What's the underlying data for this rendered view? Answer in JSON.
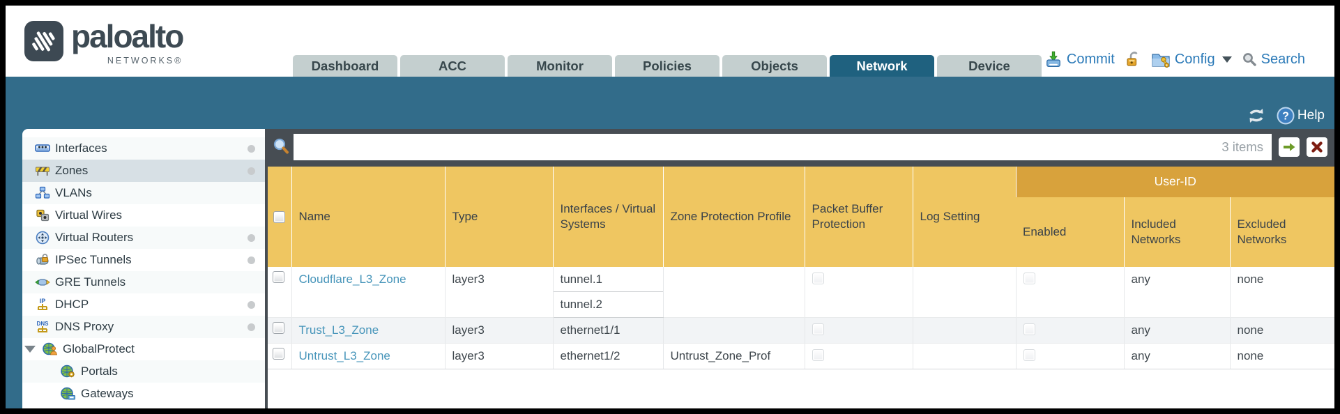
{
  "header": {
    "logo": {
      "brand": "paloalto",
      "sub": "NETWORKS®"
    },
    "tabs": [
      {
        "label": "Dashboard",
        "active": false
      },
      {
        "label": "ACC",
        "active": false
      },
      {
        "label": "Monitor",
        "active": false
      },
      {
        "label": "Policies",
        "active": false
      },
      {
        "label": "Objects",
        "active": false
      },
      {
        "label": "Network",
        "active": true
      },
      {
        "label": "Device",
        "active": false
      }
    ],
    "utilities": {
      "commit": "Commit",
      "config": "Config",
      "search": "Search"
    }
  },
  "toolbar": {
    "help": "Help"
  },
  "sidebar": {
    "items": [
      {
        "label": "Interfaces",
        "icon": "interfaces-icon",
        "dot": true
      },
      {
        "label": "Zones",
        "icon": "zones-icon",
        "dot": true,
        "selected": true
      },
      {
        "label": "VLANs",
        "icon": "vlans-icon"
      },
      {
        "label": "Virtual Wires",
        "icon": "virtual-wires-icon"
      },
      {
        "label": "Virtual Routers",
        "icon": "virtual-routers-icon",
        "dot": true
      },
      {
        "label": "IPSec Tunnels",
        "icon": "ipsec-tunnels-icon",
        "dot": true
      },
      {
        "label": "GRE Tunnels",
        "icon": "gre-tunnels-icon"
      },
      {
        "label": "DHCP",
        "icon": "dhcp-icon",
        "dot": true
      },
      {
        "label": "DNS Proxy",
        "icon": "dns-proxy-icon",
        "dot": true
      },
      {
        "label": "GlobalProtect",
        "icon": "globalprotect-icon",
        "expandable": true
      },
      {
        "label": "Portals",
        "icon": "portals-icon",
        "indent": 1
      },
      {
        "label": "Gateways",
        "icon": "gateways-icon",
        "indent": 1
      }
    ]
  },
  "filterbar": {
    "value": "",
    "count": "3 items"
  },
  "table": {
    "user_id_group_label": "User-ID",
    "columns": [
      {
        "key": "select",
        "label": ""
      },
      {
        "key": "name",
        "label": "Name"
      },
      {
        "key": "type",
        "label": "Type"
      },
      {
        "key": "interfaces",
        "label": "Interfaces / Virtual Systems"
      },
      {
        "key": "zone_protection_profile",
        "label": "Zone Protection Profile"
      },
      {
        "key": "packet_buffer_protection",
        "label": "Packet Buffer Protection",
        "checkbox": true
      },
      {
        "key": "log_setting",
        "label": "Log Setting"
      },
      {
        "key": "enabled",
        "label": "Enabled",
        "group": "User-ID",
        "checkbox": true
      },
      {
        "key": "included_networks",
        "label": "Included Networks",
        "group": "User-ID"
      },
      {
        "key": "excluded_networks",
        "label": "Excluded Networks",
        "group": "User-ID"
      }
    ],
    "rows": [
      {
        "name": "Cloudflare_L3_Zone",
        "type": "layer3",
        "interfaces": [
          "tunnel.1",
          "tunnel.2"
        ],
        "zone_protection_profile": "",
        "packet_buffer_protection": false,
        "log_setting": "",
        "enabled": false,
        "included_networks": "any",
        "excluded_networks": "none"
      },
      {
        "name": "Trust_L3_Zone",
        "type": "layer3",
        "interfaces": [
          "ethernet1/1"
        ],
        "zone_protection_profile": "",
        "packet_buffer_protection": false,
        "log_setting": "",
        "enabled": false,
        "included_networks": "any",
        "excluded_networks": "none"
      },
      {
        "name": "Untrust_L3_Zone",
        "type": "layer3",
        "interfaces": [
          "ethernet1/2"
        ],
        "zone_protection_profile": "Untrust_Zone_Prof",
        "packet_buffer_protection": false,
        "log_setting": "",
        "enabled": false,
        "included_networks": "any",
        "excluded_networks": "none"
      }
    ]
  },
  "colors": {
    "teal_band": "#326c8a",
    "active_tab": "#1f617f",
    "header_amber": "#efc661",
    "user_id_band": "#d8a23c",
    "filter_bar": "#474d53",
    "link_blue": "#4795ba"
  }
}
